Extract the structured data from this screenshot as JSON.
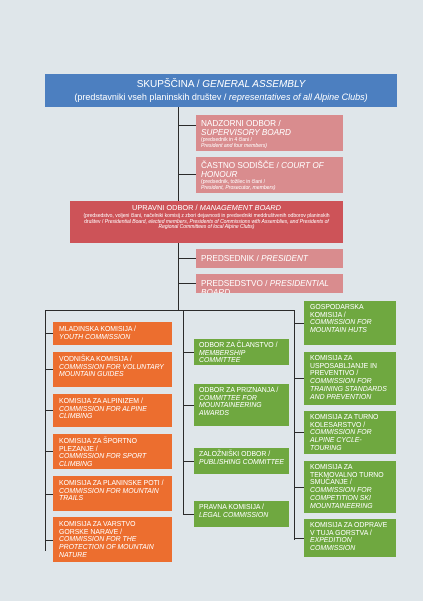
{
  "assembly": {
    "title_si": "SKUPŠČINA / ",
    "title_en": "GENERAL ASSEMBLY",
    "sub_si": "(predstavniki vseh planinskih društev / ",
    "sub_en": "representatives of all Alpine Clubs)"
  },
  "supervisory": {
    "title_si": "NADZORNI ODBOR / ",
    "title_en": "SUPERVISORY BOARD",
    "sub_si": "(predsednik in 4 člani /",
    "sub_en": "President and four members)"
  },
  "honour": {
    "title_si": "ČASTNO SODIŠČE / ",
    "title_en": "COURT OF HONOUR",
    "sub_si": "(predsednik, tožilec in člani /",
    "sub_en": "President, Prosecutor, members)"
  },
  "management": {
    "title_si": "UPRAVNI ODBOR / ",
    "title_en": "MANAGEMENT BOARD",
    "sub_si": "(predsedstvo, voljeni člani, načelniki komisij z zbori dejavnosti in predsedniki meddruštvenih odborov planinskih društev / ",
    "sub_en": "Presidential Board, elected members, Presidents of Commissions with Assemblies, and Presidents of Regional Committees of local Alpine Clubs)"
  },
  "president": {
    "si": "PREDSEDNIK / ",
    "en": "PRESIDENT"
  },
  "presidential": {
    "si": "PREDSEDSTVO / ",
    "en": "PRESIDENTIAL BOARD"
  },
  "left_commissions": [
    {
      "si": "MLADINSKA KOMISIJA /",
      "en": "YOUTH COMMISSION"
    },
    {
      "si": "VODNIŠKA KOMISIJA /",
      "en": "COMMISSION FOR VOLUNTARY MOUNTAIN GUIDES"
    },
    {
      "si": "KOMISIJA ZA ALPINIZEM /",
      "en": "COMMISSION FOR ALPINE CLIMBING"
    },
    {
      "si": "KOMISIJA ZA ŠPORTNO PLEZANJE /",
      "en": "COMMISSION FOR SPORT CLIMBING"
    },
    {
      "si": "KOMISIJA ZA PLANINSKE POTI /",
      "en": "COMMISSION FOR MOUNTAIN TRAILS"
    },
    {
      "si": "KOMISIJA ZA VARSTVO GORSKE NARAVE /",
      "en": "COMMISSION FOR THE PROTECTION OF MOUNTAIN NATURE"
    }
  ],
  "center_committees": [
    {
      "si": "ODBOR ZA ČLANSTVO /",
      "en": "MEMBERSHIP COMMITTEE"
    },
    {
      "si": "ODBOR ZA PRIZNANJA /",
      "en": "COMMITTEE FOR MOUNTAINEERING AWARDS"
    },
    {
      "si": "ZALOŽNIŠKI ODBOR /",
      "en": "PUBLISHING COMMITTEE"
    },
    {
      "si": "PRAVNA KOMISIJA /",
      "en": "LEGAL COMMISSION"
    }
  ],
  "right_commissions": [
    {
      "si": "GOSPODARSKA KOMISIJA /",
      "en": "COMMISSION FOR MOUNTAIN HUTS"
    },
    {
      "si": "KOMISIJA ZA USPOSABLJANJE IN PREVENTIVO /",
      "en": "COMMISSION FOR TRAINING STANDARDS AND PREVENTION"
    },
    {
      "si": "KOMISIJA ZA TURNO KOLESARSTVO /",
      "en": "COMMISSION FOR ALPINE CYCLE-TOURING"
    },
    {
      "si": "KOMISIJA ZA TEKMOVALNO TURNO SMUČANJE /",
      "en": "COMMISSION FOR COMPETITION SKI MOUNTAINEERING"
    },
    {
      "si": "KOMISIJA ZA ODPRAVE V TUJA GORSTVA /",
      "en": "EXPEDITION COMMISSION"
    }
  ],
  "colors": {
    "assembly": "#4c7fc0",
    "boards": "#d98c8e",
    "management": "#cd5358",
    "left": "#ec6e2f",
    "center_right": "#6fa840",
    "background": "#dfe6ea"
  }
}
